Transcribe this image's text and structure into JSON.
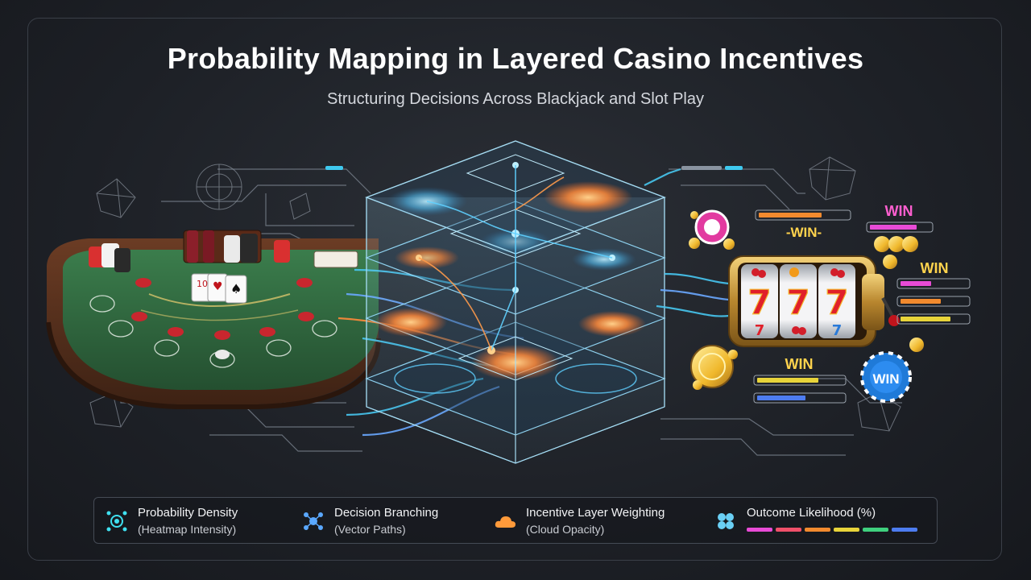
{
  "header": {
    "title": "Probability Mapping in Layered Casino Incentives",
    "subtitle": "Structuring Decisions Across Blackjack and Slot Play"
  },
  "slot_labels": {
    "win_1": "WIN",
    "win_2": "-WIN-",
    "win_3": "WIN",
    "win_4": "WIN",
    "win_chip": "WIN"
  },
  "legend": {
    "items": [
      {
        "label": "Probability Density",
        "sub": "(Heatmap Intensity)",
        "icon": "density-icon"
      },
      {
        "label": "Decision Branching",
        "sub": "(Vector Paths)",
        "icon": "branching-icon"
      },
      {
        "label": "Incentive Layer Weighting",
        "sub": "(Cloud Opacity)",
        "icon": "cloud-icon"
      },
      {
        "label": "Outcome Likelihood (%)",
        "sub": "",
        "icon": "outcome-icon"
      }
    ],
    "likelihood_colors": [
      "#e84bd6",
      "#f0506a",
      "#f28a2e",
      "#e8d43a",
      "#3fd07e",
      "#4d7cf0"
    ]
  },
  "colors": {
    "accent_cyan": "#39c8f0",
    "accent_orange": "#ff8a3a",
    "felt_green": "#2f6b3f",
    "win_pink": "#ff5fd0",
    "win_gold": "#ffd34d"
  }
}
